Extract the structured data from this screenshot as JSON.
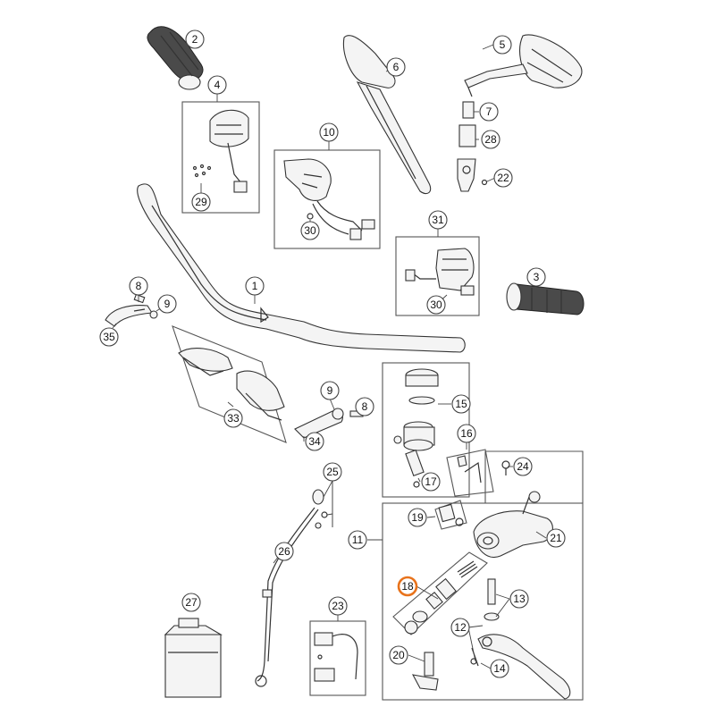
{
  "callouts": [
    {
      "id": "c1",
      "label": "1"
    },
    {
      "id": "c2",
      "label": "2"
    },
    {
      "id": "c3",
      "label": "3"
    },
    {
      "id": "c4",
      "label": "4"
    },
    {
      "id": "c5",
      "label": "5"
    },
    {
      "id": "c6",
      "label": "6"
    },
    {
      "id": "c7",
      "label": "7"
    },
    {
      "id": "c8a",
      "label": "8"
    },
    {
      "id": "c8b",
      "label": "8"
    },
    {
      "id": "c9a",
      "label": "9"
    },
    {
      "id": "c9b",
      "label": "9"
    },
    {
      "id": "c10",
      "label": "10"
    },
    {
      "id": "c11",
      "label": "11"
    },
    {
      "id": "c12",
      "label": "12"
    },
    {
      "id": "c13",
      "label": "13"
    },
    {
      "id": "c14",
      "label": "14"
    },
    {
      "id": "c15",
      "label": "15"
    },
    {
      "id": "c16",
      "label": "16"
    },
    {
      "id": "c17",
      "label": "17"
    },
    {
      "id": "c18",
      "label": "18",
      "highlighted": true
    },
    {
      "id": "c19",
      "label": "19"
    },
    {
      "id": "c20",
      "label": "20"
    },
    {
      "id": "c21",
      "label": "21"
    },
    {
      "id": "c22",
      "label": "22"
    },
    {
      "id": "c23",
      "label": "23"
    },
    {
      "id": "c24",
      "label": "24"
    },
    {
      "id": "c25",
      "label": "25"
    },
    {
      "id": "c26",
      "label": "26"
    },
    {
      "id": "c27",
      "label": "27"
    },
    {
      "id": "c28",
      "label": "28"
    },
    {
      "id": "c29",
      "label": "29"
    },
    {
      "id": "c30a",
      "label": "30"
    },
    {
      "id": "c30b",
      "label": "30"
    },
    {
      "id": "c31",
      "label": "31"
    },
    {
      "id": "c33",
      "label": "33"
    },
    {
      "id": "c34",
      "label": "34"
    },
    {
      "id": "c35",
      "label": "35"
    }
  ],
  "colors": {
    "highlight": "#e8731c",
    "line": "#333333",
    "grip": "#4a4a4a"
  }
}
